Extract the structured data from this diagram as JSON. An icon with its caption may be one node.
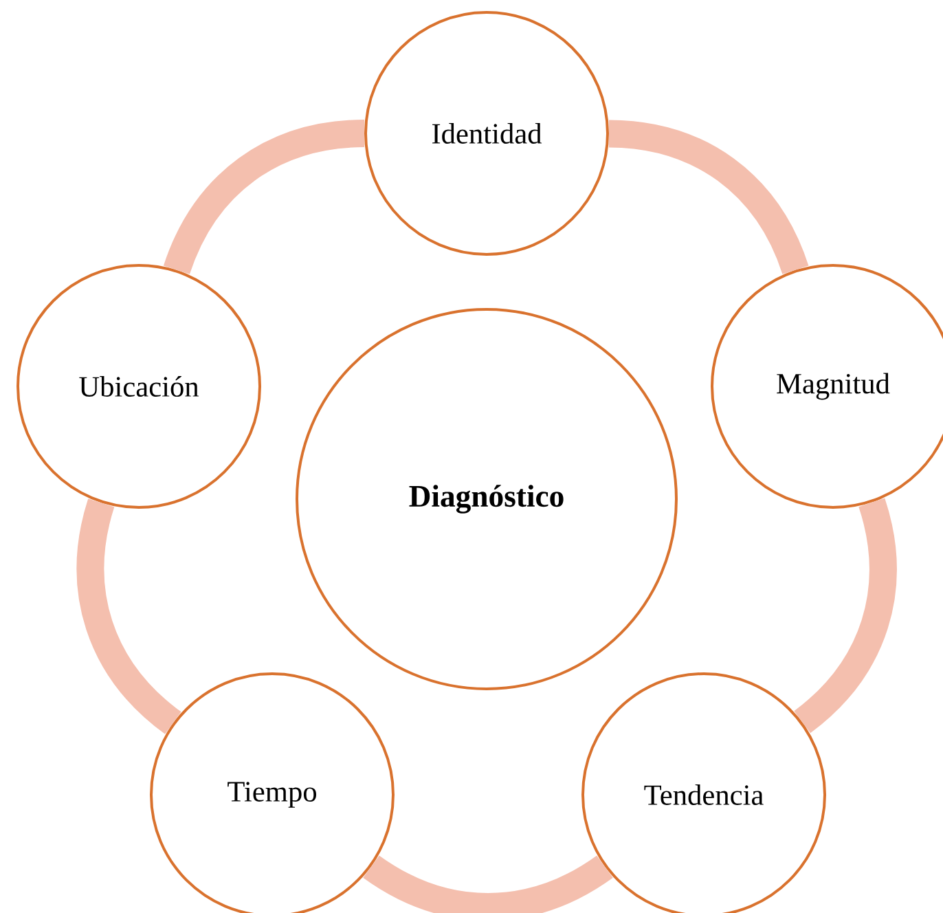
{
  "diagram": {
    "nodes": [
      {
        "text": [
          "Diagnóstico"
        ]
      },
      {
        "text": [
          "Identidad"
        ]
      },
      {
        "text": [
          "Magnitud"
        ]
      },
      {
        "text": [
          "Tendencia"
        ]
      },
      {
        "text": [
          "Tiempo"
        ]
      },
      {
        "text": [
          "Ubicación"
        ]
      }
    ],
    "edges": [
      {
        "from": 1,
        "to": 2,
        "arrow": "none"
      },
      {
        "from": 2,
        "to": 3,
        "arrow": "none"
      },
      {
        "from": 3,
        "to": 4,
        "arrow": "none"
      },
      {
        "from": 4,
        "to": 5,
        "arrow": "none"
      },
      {
        "from": 5,
        "to": 1,
        "arrow": "none"
      }
    ]
  }
}
